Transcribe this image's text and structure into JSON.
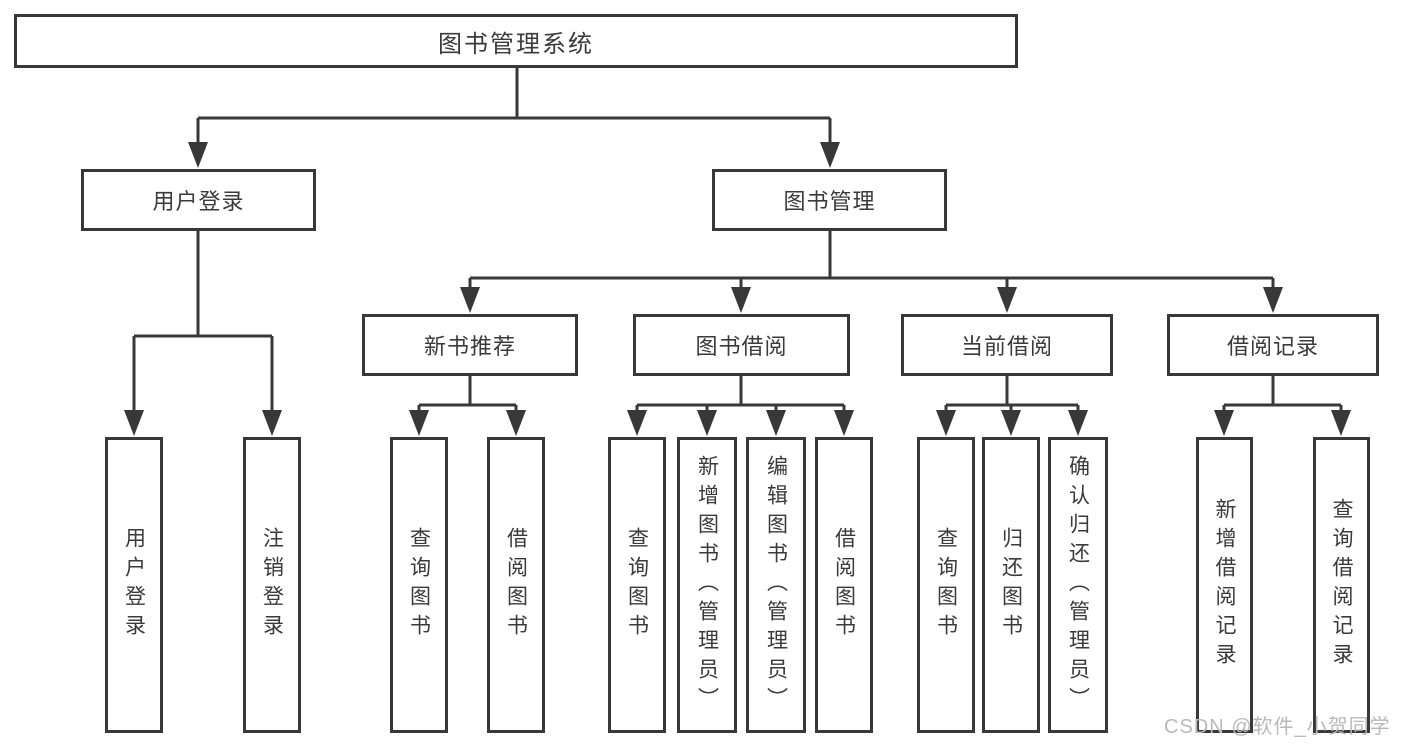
{
  "palette": {
    "line": "#383838",
    "text": "#3a3a3a",
    "box_background": "#ffffff",
    "page_background": "#ffffff",
    "watermark": "#b9b9b9"
  },
  "tree": {
    "root": {
      "label": "图书管理系统"
    },
    "level2": [
      {
        "label": "用户登录"
      },
      {
        "label": "图书管理"
      }
    ],
    "level3": [
      {
        "label": "新书推荐"
      },
      {
        "label": "图书借阅"
      },
      {
        "label": "当前借阅"
      },
      {
        "label": "借阅记录"
      }
    ],
    "leaves": {
      "user_login": [
        "用户登录",
        "注销登录"
      ],
      "new_book_recommend": [
        "查询图书",
        "借阅图书"
      ],
      "book_borrow": [
        "查询图书",
        "新增图书（管理员）",
        "编辑图书（管理员）",
        "借阅图书"
      ],
      "current_borrow": [
        "查询图书",
        "归还图书",
        "确认归还（管理员）"
      ],
      "borrow_record": [
        "新增借阅记录",
        "查询借阅记录"
      ]
    }
  },
  "watermark": {
    "text": "CSDN @软件_小贺同学"
  }
}
